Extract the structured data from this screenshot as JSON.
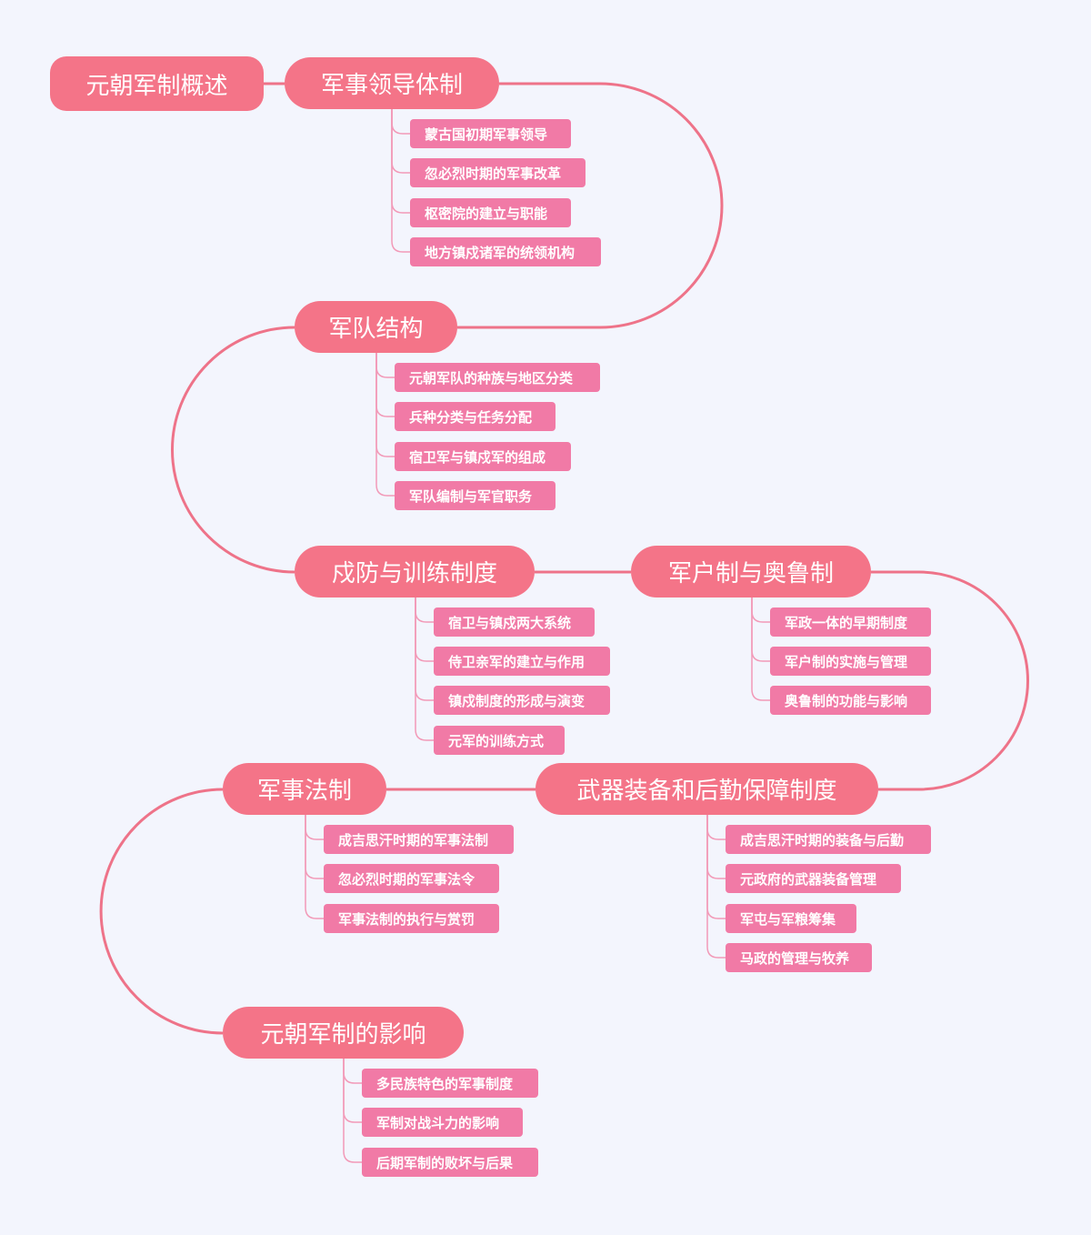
{
  "colors": {
    "background": "#f3f5fd",
    "main_node": "#f47488",
    "sub_node": "#f17aa6",
    "connector": "#ee7389",
    "branch": "#f29ab8",
    "text": "#ffffff"
  },
  "root": {
    "label": "元朝军制概述"
  },
  "sections": [
    {
      "label": "军事领导体制",
      "items": [
        "蒙古国初期军事领导",
        "忽必烈时期的军事改革",
        "枢密院的建立与职能",
        "地方镇戍诸军的统领机构"
      ]
    },
    {
      "label": "军队结构",
      "items": [
        "元朝军队的种族与地区分类",
        "兵种分类与任务分配",
        "宿卫军与镇戍军的组成",
        "军队编制与军官职务"
      ]
    },
    {
      "label": "戍防与训练制度",
      "items": [
        "宿卫与镇戍两大系统",
        "侍卫亲军的建立与作用",
        "镇戍制度的形成与演变",
        "元军的训练方式"
      ]
    },
    {
      "label": "军户制与奥鲁制",
      "items": [
        "军政一体的早期制度",
        "军户制的实施与管理",
        "奥鲁制的功能与影响"
      ]
    },
    {
      "label": "武器装备和后勤保障制度",
      "items": [
        "成吉思汗时期的装备与后勤",
        "元政府的武器装备管理",
        "军屯与军粮筹集",
        "马政的管理与牧养"
      ]
    },
    {
      "label": "军事法制",
      "items": [
        "成吉思汗时期的军事法制",
        "忽必烈时期的军事法令",
        "军事法制的执行与赏罚"
      ]
    },
    {
      "label": "元朝军制的影响",
      "items": [
        "多民族特色的军事制度",
        "军制对战斗力的影响",
        "后期军制的败坏与后果"
      ]
    }
  ]
}
